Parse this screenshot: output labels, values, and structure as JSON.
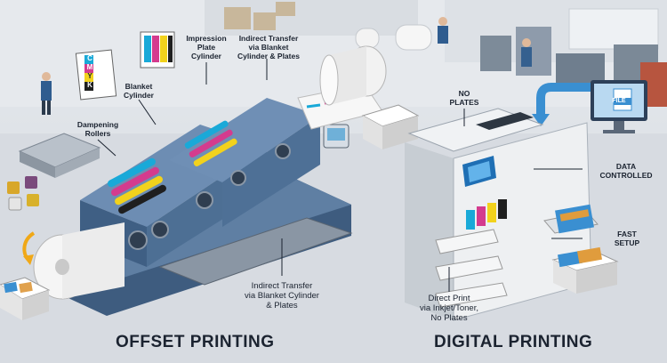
{
  "offset": {
    "title": "OFFSET PRINTING",
    "labels": {
      "impression": [
        "Impression",
        "Plate",
        "Cylinder"
      ],
      "indirect_top": [
        "Indirect Transfer",
        "via Blanket",
        "Cylinder & Plates"
      ],
      "blanket": [
        "Blanket",
        "Cylinder"
      ],
      "dampening": [
        "Dampening",
        "Rollers"
      ],
      "indirect_bottom": [
        "Indirect Transfer",
        "via Blanket Cylinder",
        "& Plates"
      ]
    },
    "cmyk_letters": [
      "C",
      "M",
      "Y",
      "K"
    ]
  },
  "digital": {
    "title": "DIGITAL PRINTING",
    "labels": {
      "no_plates": [
        "NO",
        "PLATES"
      ],
      "data_controlled": [
        "DATA",
        "CONTROLLED"
      ],
      "fast_setup": [
        "FAST",
        "SETUP"
      ],
      "direct_print": [
        "Direct Print",
        "via Inkjet/Toner,",
        "No Plates"
      ]
    },
    "file_icon_text": "FILE"
  },
  "colors": {
    "cyan": "#19a9d8",
    "magenta": "#d43b8e",
    "yellow": "#f2d21c",
    "black": "#1f1f1f",
    "press_blue": "#4d6f94"
  }
}
